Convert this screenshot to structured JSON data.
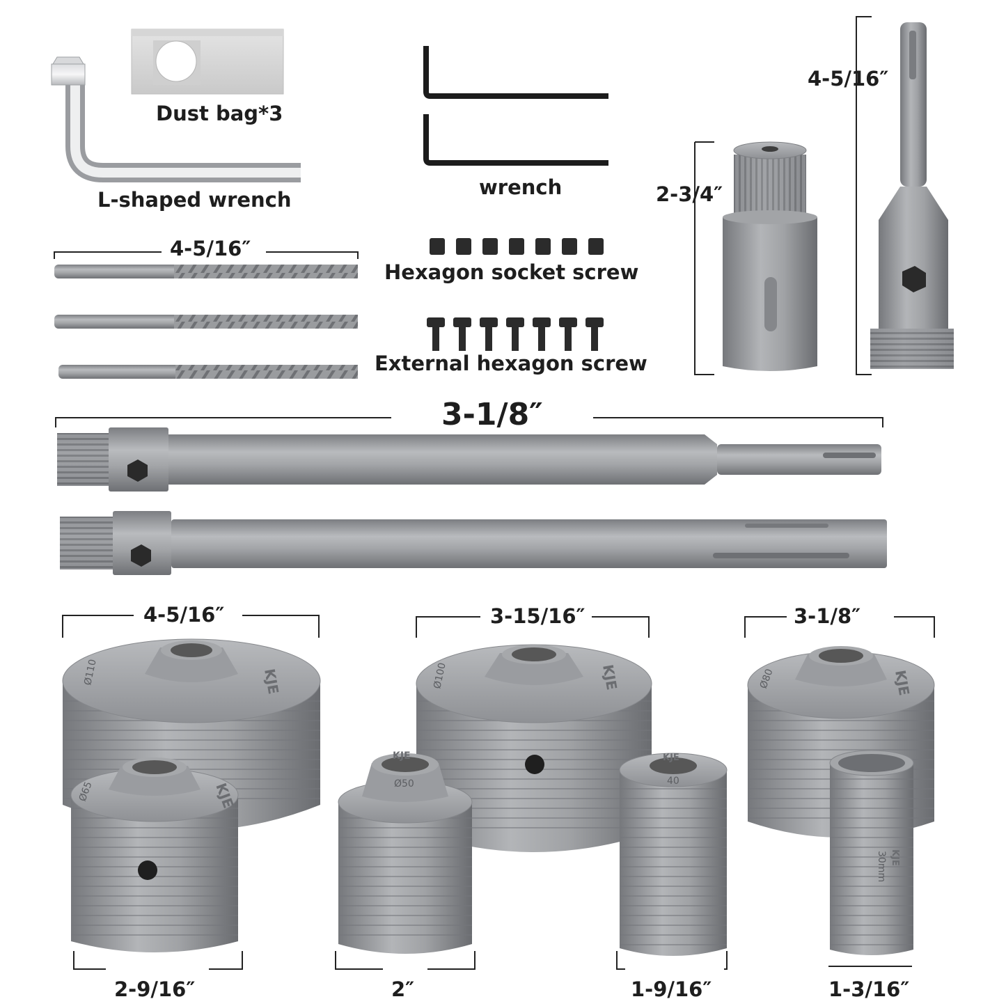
{
  "labels": {
    "dust_bag": "Dust bag*3",
    "l_wrench": "L-shaped wrench",
    "wrench": "wrench",
    "hex_socket_screw": "Hexagon socket screw",
    "ext_hex_screw": "External hexagon screw",
    "bit_length": "4-5/16″",
    "adapter_a_length": "2-3/4″",
    "adapter_b_length": "4-5/16″",
    "rod_length": "3-1/8″",
    "saw_110": "4-5/16″",
    "saw_100": "3-15/16″",
    "saw_80": "3-1/8″",
    "saw_65": "2-9/16″",
    "saw_50": "2″",
    "saw_40": "1-9/16″",
    "saw_30": "1-3/16″"
  },
  "cutter_marks": {
    "c110": "Ø110",
    "c100": "Ø100",
    "c80": "Ø80",
    "c65": "Ø65",
    "c50": "Ø50",
    "c40": "40",
    "c30": "30mm"
  },
  "brand": "KJE",
  "colors": {
    "metal_light": "#a9abae",
    "metal_mid": "#8d8f93",
    "metal_dark": "#6c6e72",
    "screw": "#2b2b2b",
    "dim_line": "#222222"
  }
}
